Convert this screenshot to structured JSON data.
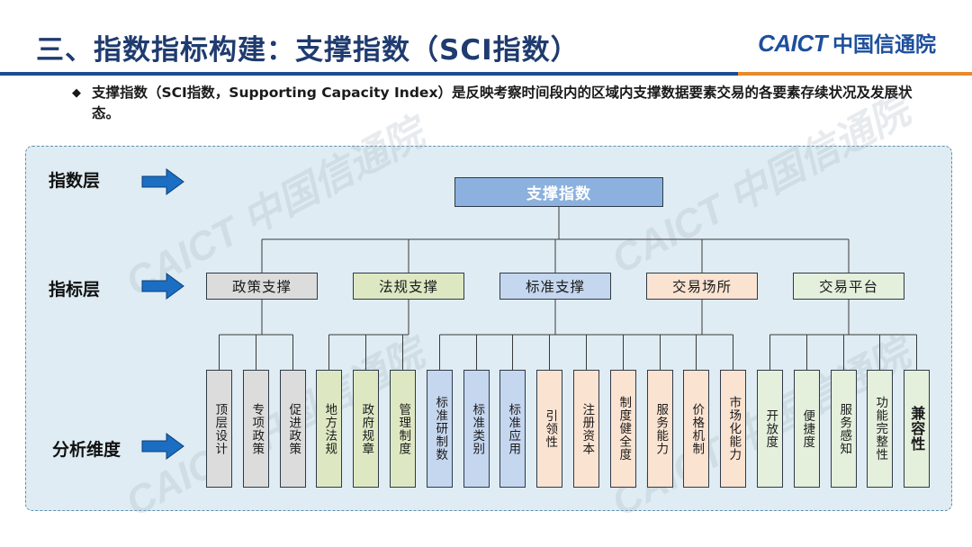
{
  "header": {
    "title": "三、指数指标构建：支撑指数（SCI指数）",
    "logo_en": "CAICT",
    "logo_cn": "中国信通院"
  },
  "description": {
    "bullet": "◆",
    "text": "支撑指数（SCI指数，Supporting Capacity Index）是反映考察时间段内的区域内支撑数据要素交易的各要素存续状况及发展状态。"
  },
  "levels": {
    "index": "指数层",
    "indicator": "指标层",
    "dimension": "分析维度"
  },
  "root": {
    "label": "支撑指数"
  },
  "indicators": [
    {
      "label": "政策支撑",
      "color": "#dcdcdc",
      "dims": [
        "顶层设计",
        "专项政策",
        "促进政策"
      ]
    },
    {
      "label": "法规支撑",
      "color": "#dde8c3",
      "dims": [
        "地方法规",
        "政府规章",
        "管理制度"
      ]
    },
    {
      "label": "标准支撑",
      "color": "#c5d6ef",
      "dims": [
        "标准研制数",
        "标准类别",
        "标准应用"
      ]
    },
    {
      "label": "交易场所",
      "color": "#fbe3d2",
      "dims": [
        "引领性",
        "注册资本",
        "制度健全度",
        "服务能力",
        "价格机制",
        "市场化能力"
      ]
    },
    {
      "label": "交易平台",
      "color": "#e4efdc",
      "dims": [
        "开放度",
        "便捷度",
        "服务感知",
        "功能完整性",
        "兼容性"
      ]
    }
  ],
  "watermark": "CAICT 中国信通院",
  "colors": {
    "title": "#1f3b6f",
    "accent_blue": "#1b4e8e",
    "accent_orange": "#e88a2c",
    "arrow": "#1b6ec2"
  }
}
